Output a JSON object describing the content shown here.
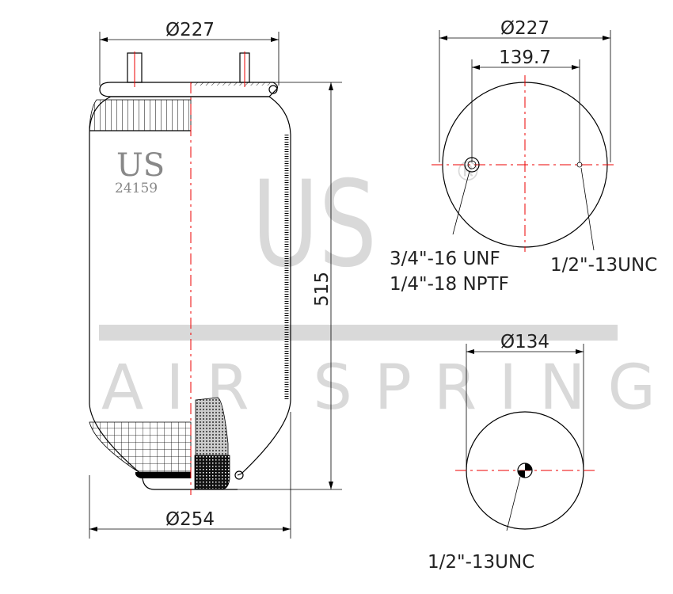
{
  "watermark": {
    "brand": "US",
    "registered": "®",
    "subtitle": "AIR SPRING"
  },
  "side_view": {
    "logo": "US",
    "part_number": "24159",
    "top_diameter": "Ø227",
    "bottom_diameter": "Ø254",
    "height": "515"
  },
  "top_view": {
    "diameter": "Ø227",
    "stud_spacing": "139.7",
    "port_label_line1": "3/4\"-16 UNF",
    "port_label_line2": "1/4\"-18 NPTF",
    "stud_label": "1/2\"-13UNC"
  },
  "bottom_view": {
    "diameter": "Ø134",
    "thread_label": "1/2\"-13UNC"
  },
  "colors": {
    "line": "#000000",
    "centerline": "#ee0000",
    "watermark": "#d9d9d9",
    "logo": "#888888"
  }
}
